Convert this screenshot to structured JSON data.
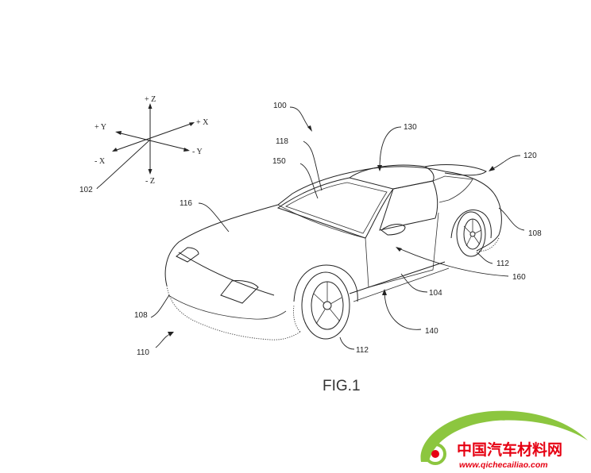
{
  "figure": {
    "caption": "FIG.1",
    "axes": {
      "plus_z": "+ Z",
      "minus_z": "- Z",
      "plus_x": "+ X",
      "minus_x": "- X",
      "plus_y": "+ Y",
      "minus_y": "- Y"
    },
    "reference_numerals": {
      "r100": "100",
      "r102": "102",
      "r104": "104",
      "r108_front": "108",
      "r108_rear": "108",
      "r110": "110",
      "r112_front": "112",
      "r112_rear": "112",
      "r116": "116",
      "r118": "118",
      "r120": "120",
      "r130": "130",
      "r140": "140",
      "r150": "150",
      "r160": "160"
    }
  },
  "watermark": {
    "text_cn": "中国汽车材料网",
    "url": "www.qichecailiao.com",
    "colors": {
      "green": "#8cc63f",
      "red": "#e60012"
    }
  }
}
